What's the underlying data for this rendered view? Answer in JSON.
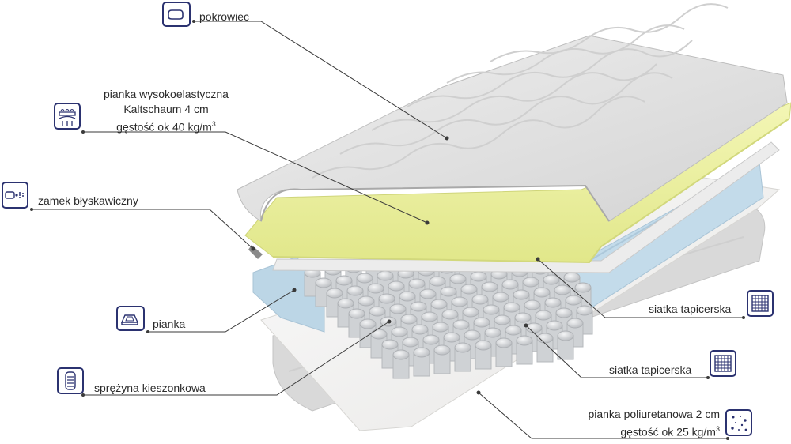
{
  "labels": {
    "cover": "pokrowiec",
    "ha_foam_line1": "pianka wysokoelastyczna",
    "ha_foam_line2": "Kaltschaum 4 cm",
    "ha_foam_line3_prefix": "gęstość ok 40 kg/m",
    "ha_foam_line3_sup": "3",
    "zipper": "zamek błyskawiczny",
    "foam": "pianka",
    "pocket_spring": "sprężyna kieszonkowa",
    "mesh_top": "siatka tapicerska",
    "mesh_bottom": "siatka tapicerska",
    "pu_foam_line1": "pianka poliuretanowa 2 cm",
    "pu_foam_line2_prefix": "gęstość ok 25 kg/m",
    "pu_foam_line2_sup": "3"
  },
  "icons": {
    "cover": "mattress-cover-icon",
    "ha_foam": "high-elastic-foam-icon",
    "zipper": "zipper-icon",
    "foam": "foam-block-icon",
    "pocket_spring": "pocket-spring-icon",
    "mesh_top": "mesh-grid-icon",
    "mesh_bottom": "mesh-grid-icon",
    "pu_foam": "pu-foam-dots-icon"
  },
  "colors": {
    "icon_stroke": "#2b3270",
    "leader_line": "#3a3a3a",
    "cover": "#e6e6e6",
    "ha_foam": "#eef2a0",
    "foam_side": "#bcd6e6",
    "springs": "#d9dbde",
    "base_foam": "#f1f0ee"
  }
}
